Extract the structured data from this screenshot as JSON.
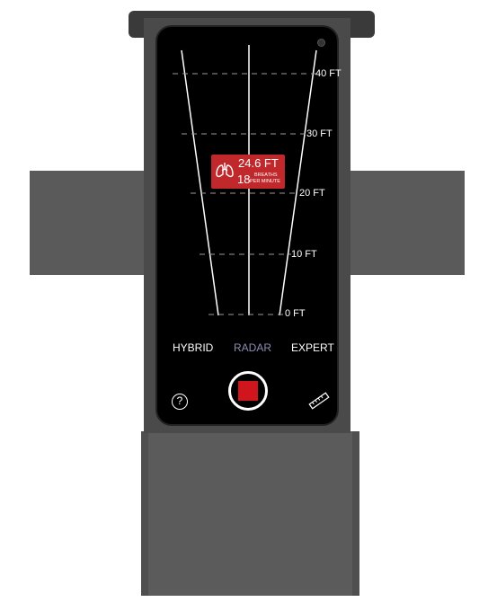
{
  "radar": {
    "distance_labels": [
      "40 FT",
      "30 FT",
      "20 FT",
      "10 FT",
      "0 FT"
    ],
    "target": {
      "distance": "24.6 FT",
      "breath_rate": "18",
      "breath_unit_line1": "BREATHS",
      "breath_unit_line2": "PER MINUTE",
      "color": "#c0282b",
      "icon": "lungs-icon"
    }
  },
  "modes": {
    "hybrid": "HYBRID",
    "radar": "RADAR",
    "expert": "EXPERT",
    "active": "RADAR",
    "active_color": "#8a8fb0"
  },
  "controls": {
    "help_symbol": "?",
    "record_color": "#d0161c",
    "ruler_icon": "ruler-icon"
  }
}
